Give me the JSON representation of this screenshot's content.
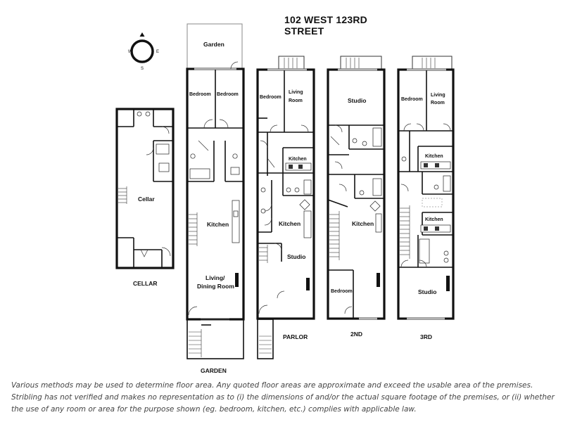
{
  "title": "102 WEST 123RD STREET",
  "compass": {
    "n": "N",
    "e": "E",
    "s": "S",
    "w": "W"
  },
  "floors": {
    "cellar": {
      "label": "CELLAR",
      "rooms": [
        "Cellar"
      ]
    },
    "garden": {
      "label": "GARDEN",
      "rooms": [
        "Garden",
        "Bedroom",
        "Bedroom",
        "Kitchen",
        "Living/",
        "Dining Room"
      ]
    },
    "parlor": {
      "label": "PARLOR",
      "rooms": [
        "Bedroom",
        "Living",
        "Room",
        "Kitchen",
        "Kitchen",
        "Studio"
      ]
    },
    "second": {
      "label": "2ND",
      "rooms": [
        "Studio",
        "Kitchen",
        "Bedroom"
      ]
    },
    "third": {
      "label": "3RD",
      "rooms": [
        "Bedroom",
        "Living",
        "Room",
        "Kitchen",
        "Kitchen",
        "Studio"
      ]
    }
  },
  "disclaimer": "Various methods may be used to determine floor area. Any quoted floor areas are approximate and exceed the usable area of the premises. Stribling has not verified and makes no representation as to (i) the dimensions of and/or the actual square footage of the premises, or (ii) whether the use of any room or area for the purpose shown (eg. bedroom, kitchen, etc.) complies with applicable law."
}
